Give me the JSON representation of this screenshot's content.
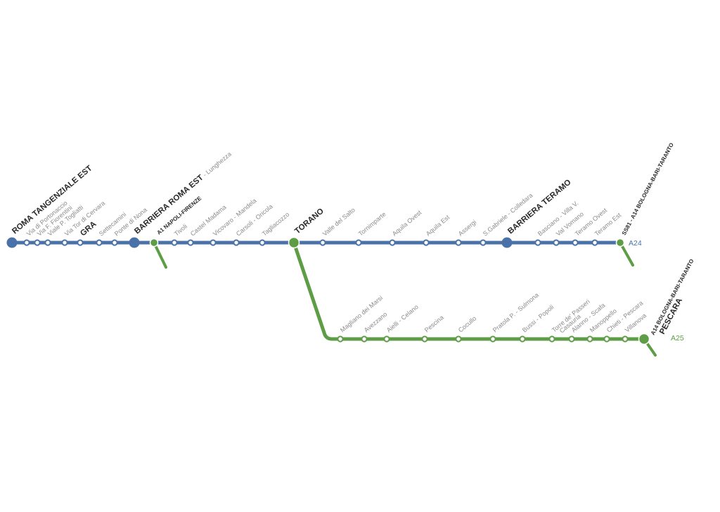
{
  "colors": {
    "a24": "#4a72a8",
    "a25": "#5d9d45",
    "label": "#8a8a8a",
    "label_major": "#2a2a2a",
    "background": "#ffffff"
  },
  "routes": {
    "a24": {
      "name": "A24"
    },
    "a25": {
      "name": "A25"
    }
  },
  "a24_stations": [
    {
      "id": "roma-tangenziale-est",
      "name": "ROMA TANGENZIALE EST",
      "kind": "terminal"
    },
    {
      "id": "via-di-portonaccio",
      "name": "Via di Portonaccio",
      "kind": "minor"
    },
    {
      "id": "via-f-fiorentini",
      "name": "Via F. Fiorentini",
      "kind": "minor"
    },
    {
      "id": "viale-p-togliatti",
      "name": "Viale P. Togliatti",
      "kind": "minor"
    },
    {
      "id": "via-tor-di-cervara",
      "name": "Via Tor di Cervara",
      "kind": "minor"
    },
    {
      "id": "gra",
      "name": "GRA",
      "kind": "minor-bold"
    },
    {
      "id": "settecamini",
      "name": "Settecamini",
      "kind": "minor"
    },
    {
      "id": "ponte-di-nona",
      "name": "Ponte di Nona",
      "kind": "minor"
    },
    {
      "id": "barriera-roma-est",
      "name": "BARRIERA ROMA EST",
      "suffix": " - Lunghezza",
      "kind": "barrier"
    },
    {
      "id": "a1-napoli-firenze",
      "name": "A1 NAPOLI-FIRENZE",
      "kind": "junction"
    },
    {
      "id": "tivoli",
      "name": "Tivoli",
      "kind": "minor"
    },
    {
      "id": "castel-madama",
      "name": "Castel Madama",
      "kind": "minor"
    },
    {
      "id": "vicovaro-mandela",
      "name": "Vicovaro - Mandela",
      "kind": "minor"
    },
    {
      "id": "carsoli-oricola",
      "name": "Carsoli - Oricola",
      "kind": "minor"
    },
    {
      "id": "tagliacozzo",
      "name": "Tagliacozzo",
      "kind": "minor"
    },
    {
      "id": "torano",
      "name": "TORANO",
      "kind": "branch"
    },
    {
      "id": "valle-del-salto",
      "name": "Valle del Salto",
      "kind": "minor"
    },
    {
      "id": "tornimparte",
      "name": "Tornimparte",
      "kind": "minor"
    },
    {
      "id": "aquila-ovest",
      "name": "Aquila Ovest",
      "kind": "minor"
    },
    {
      "id": "aquila-est",
      "name": "Aquila Est",
      "kind": "minor"
    },
    {
      "id": "assergi",
      "name": "Assergi",
      "kind": "minor"
    },
    {
      "id": "s-gabriele-colledara",
      "name": "S.Gabriele - Colledara",
      "kind": "minor"
    },
    {
      "id": "barriera-teramo",
      "name": "BARRIERA TERAMO",
      "kind": "barrier"
    },
    {
      "id": "basciano-villa-v",
      "name": "Basciano - Villa V.",
      "kind": "minor"
    },
    {
      "id": "val-vomano",
      "name": "Val Vomano",
      "kind": "minor"
    },
    {
      "id": "teramo-ovest",
      "name": "Teramo Ovest",
      "kind": "minor"
    },
    {
      "id": "teramo-est",
      "name": "Teramo Est",
      "kind": "minor"
    },
    {
      "id": "ss81-a14",
      "name": "SS81 - A14 BOLOGNA-BARI-TARANTO",
      "kind": "junction"
    }
  ],
  "a25_stations": [
    {
      "id": "magliano-dei-marsi",
      "name": "Magliano dei Marsi",
      "kind": "minor"
    },
    {
      "id": "avezzano",
      "name": "Avezzano",
      "kind": "minor"
    },
    {
      "id": "aielli-celano",
      "name": "Aielli - Celano",
      "kind": "minor"
    },
    {
      "id": "pescina",
      "name": "Pescina",
      "kind": "minor"
    },
    {
      "id": "cocullo",
      "name": "Cocullo",
      "kind": "minor"
    },
    {
      "id": "pratola-p-sulmona",
      "name": "Pratola P. - Sulmona",
      "kind": "minor"
    },
    {
      "id": "bussi-popoli",
      "name": "Bussi - Popoli",
      "kind": "minor"
    },
    {
      "id": "torre-de-passeri-casauria",
      "name": "Torre de' Passeri",
      "name2": "Casauria",
      "kind": "minor"
    },
    {
      "id": "alanno-scafa",
      "name": "Alanno - Scafa",
      "kind": "minor"
    },
    {
      "id": "manoppello",
      "name": "Manoppello",
      "kind": "minor"
    },
    {
      "id": "chieti-pescara",
      "name": "Chieti - Pescara",
      "kind": "minor"
    },
    {
      "id": "villanova",
      "name": "Villanova",
      "kind": "minor"
    },
    {
      "id": "pescara",
      "name": "PESCARA",
      "junction_label": "A14 BOLOGNA-BARI-TARANTO",
      "kind": "terminal-junction"
    }
  ]
}
